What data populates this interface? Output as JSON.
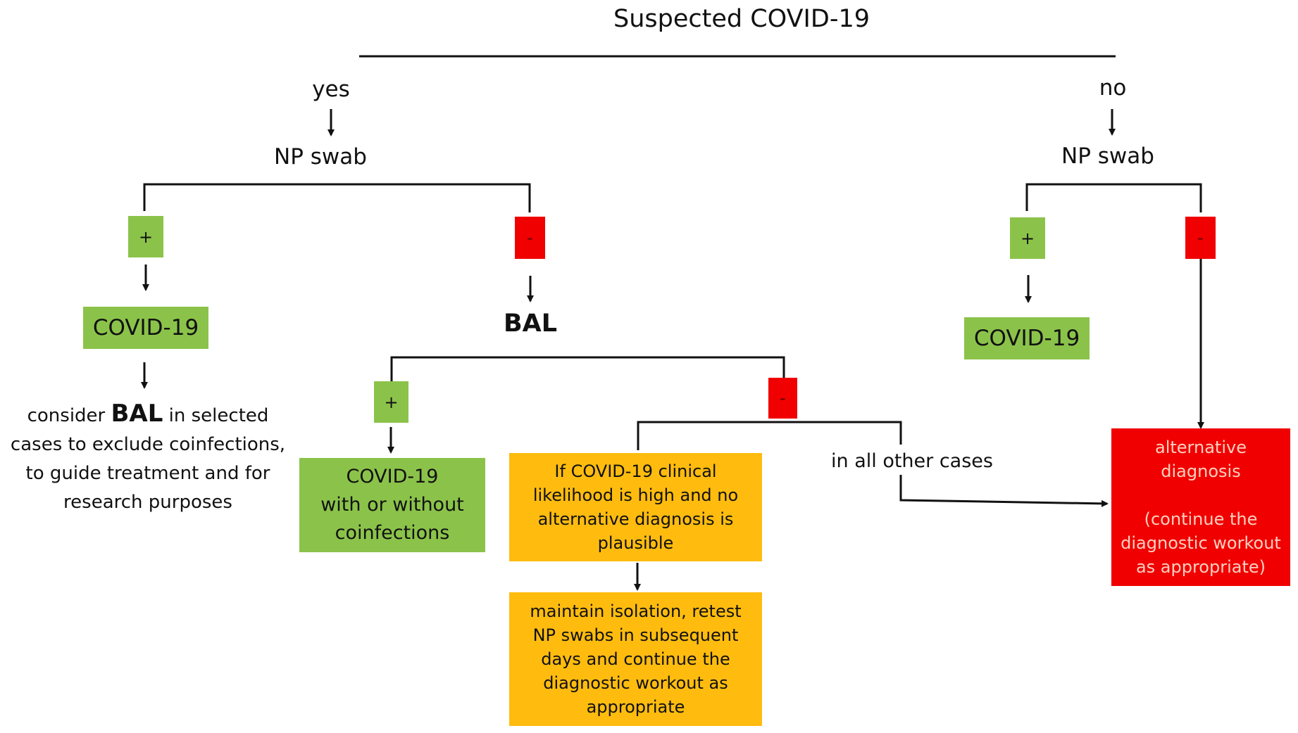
{
  "title": "Suspected COVID-19",
  "left_branch": {
    "label": "yes",
    "test": "NP swab",
    "positive": {
      "sign": "+",
      "result": "COVID-19",
      "note_prefix": "consider",
      "note_bal": "BAL",
      "note_line1_rest": "in selected",
      "note_rest": "cases to exclude coinfections,\nto guide treatment and for\nresearch purposes"
    },
    "negative": {
      "sign": "-",
      "next_test": "BAL",
      "bal_positive": {
        "sign": "+",
        "result": "COVID-19\nwith or without\ncoinfections"
      },
      "bal_negative": {
        "sign": "-",
        "high_likelihood": "If COVID-19  clinical\nlikelihood is high and no\nalternative diagnosis is\nplausible",
        "action": "maintain isolation, retest\nNP swabs in subsequent\ndays  and continue the\ndiagnostic workout as\nappropriate",
        "other_cases": "in all other cases"
      }
    }
  },
  "right_branch": {
    "label": "no",
    "test": "NP swab",
    "positive": {
      "sign": "+",
      "result": "COVID-19"
    },
    "negative": {
      "sign": "-"
    }
  },
  "alternative": "alternative\ndiagnosis\n\n(continue the\ndiagnostic workout\nas appropriate)",
  "colors": {
    "positive": "#8bc34a",
    "negative": "#f00000",
    "pending": "#ffbc0f"
  }
}
